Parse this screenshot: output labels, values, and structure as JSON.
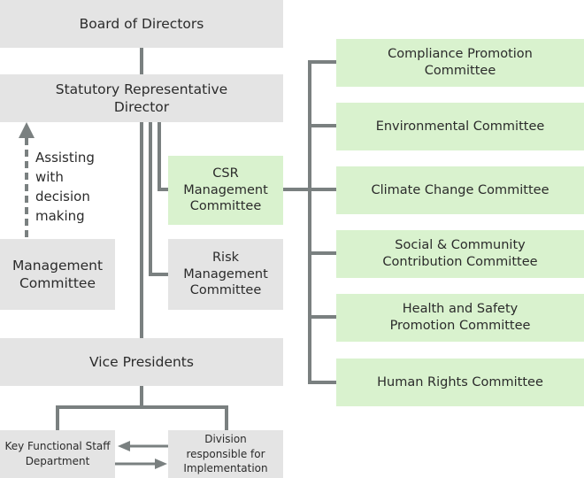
{
  "diagram": {
    "colors": {
      "gray_box": "#e4e4e4",
      "green_box": "#d9f2ce",
      "connector": "#7a8080",
      "text": "#2b2b2b"
    },
    "nodes": {
      "board": "Board of Directors",
      "statutory_director": "Statutory Representative Director",
      "csr_committee": "CSR Management Committee",
      "risk_committee": "Risk Management Committee",
      "management_committee": "Management Committee",
      "vice_presidents": "Vice Presidents",
      "key_functional": "Key Functional Staff Department",
      "division_implementation": "Division responsible for Implementation"
    },
    "csr_subcommittees": [
      "Compliance Promotion Committee",
      "Environmental Committee",
      "Climate Change Committee",
      "Social & Community Contribution Committee",
      "Health and Safety Promotion Committee",
      "Human Rights Committee"
    ],
    "annotations": {
      "assisting": "Assisting with decision making"
    }
  }
}
